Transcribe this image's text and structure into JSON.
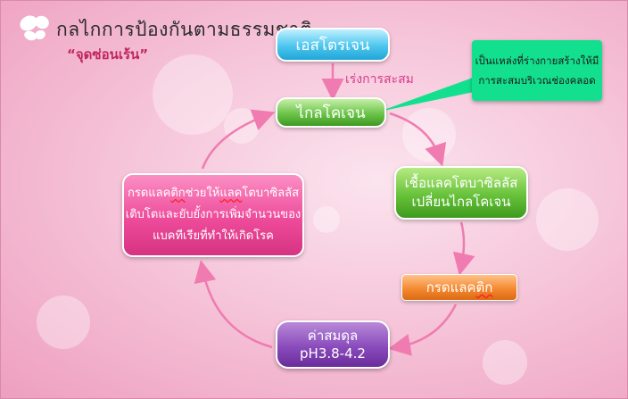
{
  "header": {
    "title": "กลไกการป้องกันตามธรรมชาติ",
    "subtitle": "“จุดซ่อนเร้น”"
  },
  "nodes": {
    "estrogen": "เอสโตรเจน",
    "accumulate_label": "เร่งการสะสม",
    "glycogen": "ไกลโคเจน",
    "bacteria_line1": "เชื้อแลคโตบาซิลลัส",
    "bacteria_line2": "เปลี่ยนไกลโคเจน",
    "lactic_prefix": "กรดแลค",
    "lactic_suffix": "ติก",
    "ph_line1": "ค่าสมดุล",
    "ph_line2": "pH3.8-4.2",
    "cycle_line1_a": "กรดแลค",
    "cycle_line1_b": "ติก",
    "cycle_line1_c": "ช่วยให้",
    "cycle_line1_d": "แลค",
    "cycle_line1_e": "โตบาซิลลัส",
    "cycle_line2": "เติบโตและยับยั้งการเพิ่มจำนวนของ",
    "cycle_line3": "แบคทีเรียที่ทำให้เกิดโรค"
  },
  "callout": {
    "line1": "เป็นแหล่งที่ร่างกายสร้างให้มี",
    "line2": "การสะสมบริเวณช่องคลอด"
  },
  "colors": {
    "estrogen": "#4dc6ee",
    "glycogen": "#6cc44a",
    "bacteria": "#67c23a",
    "lactic": "#f48a32",
    "ph": "#8a4cbc",
    "cycle_box": "#ee4b9b",
    "callout": "#13e08e",
    "arrow": "#f07bb0"
  },
  "icons": {
    "logo": "butterfly-icon"
  }
}
